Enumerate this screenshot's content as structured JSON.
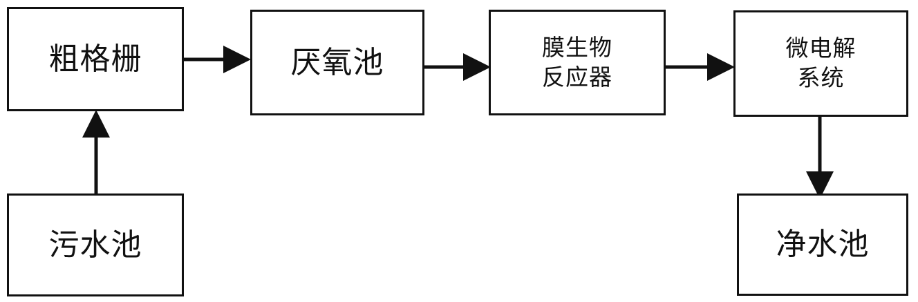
{
  "nodes": {
    "coarse_screen": {
      "label": "粗格栅"
    },
    "anaerobic_tank": {
      "label": "厌氧池"
    },
    "membrane_bioreactor": {
      "line1": "膜生物",
      "line2": "反应器"
    },
    "micro_electrolysis": {
      "line1": "微电解",
      "line2": "系统"
    },
    "sewage_tank": {
      "label": "污水池"
    },
    "clean_water_tank": {
      "label": "净水池"
    }
  },
  "colors": {
    "stroke": "#111111",
    "background": "#ffffff"
  }
}
